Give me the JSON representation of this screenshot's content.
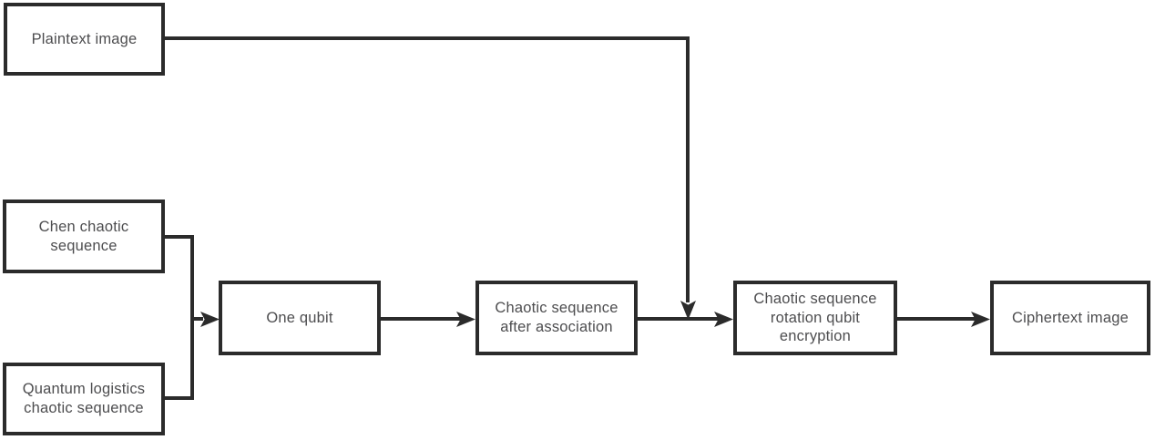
{
  "diagram": {
    "type": "flowchart",
    "description": "Quantum image encryption process flow",
    "nodes": [
      {
        "id": "plaintext-image",
        "label": "Plaintext image"
      },
      {
        "id": "chen-chaotic-sequence",
        "label": "Chen chaotic\nsequence"
      },
      {
        "id": "quantum-logistics-chaotic-sequence",
        "label": "Quantum logistics\nchaotic sequence"
      },
      {
        "id": "one-qubit",
        "label": "One qubit"
      },
      {
        "id": "chaotic-sequence-after-association",
        "label": "Chaotic sequence\nafter association"
      },
      {
        "id": "chaotic-sequence-rotation-qubit-encryption",
        "label": "Chaotic sequence\nrotation qubit\nencryption"
      },
      {
        "id": "ciphertext-image",
        "label": "Ciphertext image"
      }
    ],
    "edges": [
      {
        "from": "plaintext-image",
        "to": "chaotic-sequence-rotation-qubit-encryption"
      },
      {
        "from": "chen-chaotic-sequence",
        "to": "one-qubit"
      },
      {
        "from": "quantum-logistics-chaotic-sequence",
        "to": "one-qubit"
      },
      {
        "from": "one-qubit",
        "to": "chaotic-sequence-after-association"
      },
      {
        "from": "chaotic-sequence-after-association",
        "to": "chaotic-sequence-rotation-qubit-encryption"
      },
      {
        "from": "chaotic-sequence-rotation-qubit-encryption",
        "to": "ciphertext-image"
      }
    ],
    "colors": {
      "line": "#2b2b2b",
      "box_border": "#2b2b2b",
      "box_fill": "#ffffff",
      "text": "#4d4d4f",
      "background": "#ffffff"
    }
  }
}
